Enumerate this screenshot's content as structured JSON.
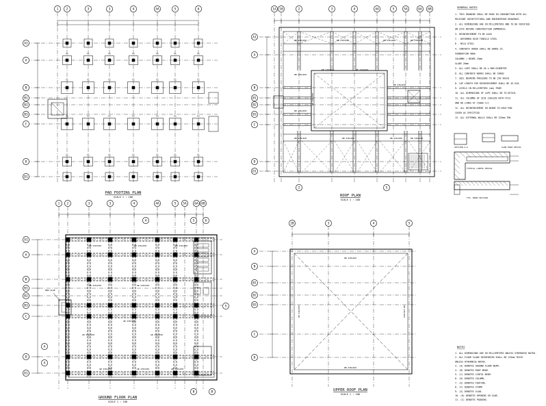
{
  "drawings": {
    "pad_footing": {
      "title": "PAD FOOTING PLAN",
      "scale": "SCALE 1 : 100",
      "col_grid": [
        "1",
        "2",
        "3",
        "3",
        "4",
        "4A",
        "5",
        "6"
      ],
      "row_grid": [
        "A1",
        "A",
        "B",
        "B1",
        "B2",
        "B3",
        "C",
        "D",
        "D1"
      ],
      "footing_mark": "F1"
    },
    "roof_plan": {
      "title": "ROOF PLAN",
      "scale": "SCALE 1 : 100",
      "col_grid": [
        "1A",
        "1B",
        "2",
        "3",
        "4",
        "4A",
        "5",
        "5A",
        "6A",
        "6B"
      ],
      "row_grid": [
        "A1",
        "A",
        "B",
        "B1",
        "B2",
        "B3",
        "C",
        "D",
        "D1"
      ],
      "bottom_grid": [
        "2",
        "5"
      ],
      "beam_label": "RB 230x450"
    },
    "ground_floor": {
      "title": "GROUND FLOOR PLAN",
      "scale": "SCALE 1 : 100",
      "col_grid": [
        "1",
        "2",
        "3",
        "3",
        "4",
        "4A",
        "5",
        "5A",
        "6A",
        "6B"
      ],
      "row_grid": [
        "A1",
        "A",
        "B",
        "B1",
        "B2",
        "B3",
        "C",
        "D",
        "D1"
      ],
      "room_label": "NEW SLAB",
      "beam_label": "GB 230x450"
    },
    "upper_roof": {
      "title": "UPPER ROOF PLAN",
      "scale": "SCALE 1 : 100",
      "col_grid": [
        "2B",
        "3",
        "4",
        "5"
      ],
      "row_grid": [
        "A",
        "B",
        "B1",
        "B2",
        "B3",
        "C",
        "D"
      ],
      "beam_label": "RB 230x450"
    }
  },
  "general_notes": {
    "heading": "GENERAL NOTES",
    "items": [
      "1. THIS DRAWING SHALL BE READ IN CONJUNCTION WITH ALL",
      "   RELEVANT ARCHITECTURAL AND ENGINEERING DRAWINGS.",
      "2. ALL DIMENSIONS ARE IN MILLIMETERS AND TO BE VERIFIED",
      "   ON SITE BEFORE CONSTRUCTION COMMENCES.",
      "3. REINFORCEMENT TO BS 4449",
      "   Y - DEFORMED HIGH TENSILE STEEL",
      "   R - MILD STEEL",
      "4. CONCRETE GRADE SHALL BE GRADE 25.",
      "   FOUNDATION          40mm",
      "   COLUMNS / BEAMS     25mm",
      "   SLABS               20mm",
      "5. ALL LAPS SHALL BE 40 x BAR DIAMETER",
      "6. ALL CONCRETE WORKS SHALL BE CURED",
      "7. SOIL BEARING PRESSURE TO BE 150 kN/m2",
      "8. LAP LENGTH FOR REINFORCEMENT SHALL BE 45 DIA.",
      "9. LEVELS IN MILLIMETERS (mm) FROM",
      "10. ALL DIMENSIONS OF LAPS SHALL BE TO DETAIL",
      "11. ALL COLUMNS OF SIZE 230x230 WITH 4Y12",
      "    AND R8 LINKS AT 150mm C/C",
      "12. ALL REINFORCEMENT IN BEAMS TO HAVE MIN",
      "    COVER AS SPECIFIED",
      "13. ALL EXTERNAL WALLS SHALL BE 225mm THK"
    ]
  },
  "details": {
    "label_a": "SECTION A-A",
    "label_b": "TYPICAL LINTEL DETAIL",
    "label_c": "SLAB EDGE DETAIL",
    "label_d": "TYP. BEAM SECTION"
  },
  "notes": {
    "heading": "NOTES",
    "items": [
      "1. ALL DIMENSIONS ARE IN MILLIMETERS UNLESS OTHERWISE NOTED.",
      "2. ALL FLOOR SLABS REINFORCED SHALL BE 125mm THICK",
      "   UNLESS OTHERWISE NOTED.",
      "3. (A) DENOTES GROUND FLOOR BEAM.",
      "4. (B) DENOTES ROOF BEAM.",
      "5. (C) DENOTES LINTOL BEAM.",
      "6. (D) DENOTES COLUMN.",
      "7. (E) DENOTES FOOTING.",
      "8. (F) DENOTES STUMP.",
      "9. (G) DENOTES SLAB.",
      "10. (H) DENOTES OPENING IN SLAB.",
      "11. (I) DENOTES PADDING."
    ]
  },
  "colors": {
    "line": "#000000",
    "background": "#ffffff",
    "hatch": "#333333"
  }
}
